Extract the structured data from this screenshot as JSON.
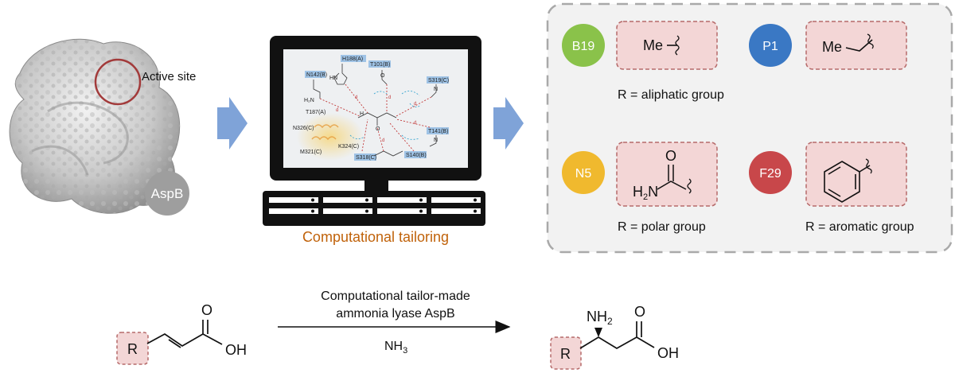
{
  "figure": {
    "protein": {
      "active_site_label": "Active site",
      "enzyme_badge": "AspB"
    },
    "computer": {
      "caption": "Computational tailoring",
      "caption_color": "#c0620a",
      "residues": [
        "H188(A)",
        "T101(B)",
        "N142(B)",
        "S319(C)",
        "T187(A)",
        "N326(C)",
        "K324(C)",
        "M321(C)",
        "T141(B)",
        "S318(C)",
        "S140(B)"
      ],
      "atom_labels": {
        "hn": "HN",
        "h2n": "H₂N",
        "o": "O",
        "n": "N",
        "h": "H",
        "d": "d"
      }
    },
    "panel": {
      "variants": [
        {
          "badge": "B19",
          "color": "#8ac24a",
          "group": "Me"
        },
        {
          "badge": "P1",
          "color": "#3a78c4",
          "group": "Me"
        },
        {
          "badge": "N5",
          "color": "#f0b92e",
          "group": "H2N-C(=O)"
        },
        {
          "badge": "F29",
          "color": "#c8474a",
          "group": "phenyl"
        }
      ],
      "group_labels": {
        "aliphatic": "R = aliphatic group",
        "polar": "R = polar group",
        "aromatic": "R = aromatic group"
      },
      "atoms": {
        "me": "Me",
        "o": "O",
        "h2n_h2": "H",
        "h2n_sub": "2",
        "h2n_n": "N"
      }
    },
    "reaction": {
      "enzyme_line1": "Computational tailor-made",
      "enzyme_line2": "ammonia lyase AspB",
      "reagent_main": "NH",
      "reagent_sub": "3",
      "substrate_r": "R",
      "substrate_o": "O",
      "substrate_oh": "OH",
      "product_r": "R",
      "product_nh_main": "NH",
      "product_nh_sub": "2",
      "product_o": "O",
      "product_oh": "OH"
    },
    "colors": {
      "arrow": "#7fa3d8",
      "r_box_fill": "#f3d6d6",
      "r_box_stroke": "#b66a6a",
      "panel_bg": "#f2f2f2"
    }
  }
}
